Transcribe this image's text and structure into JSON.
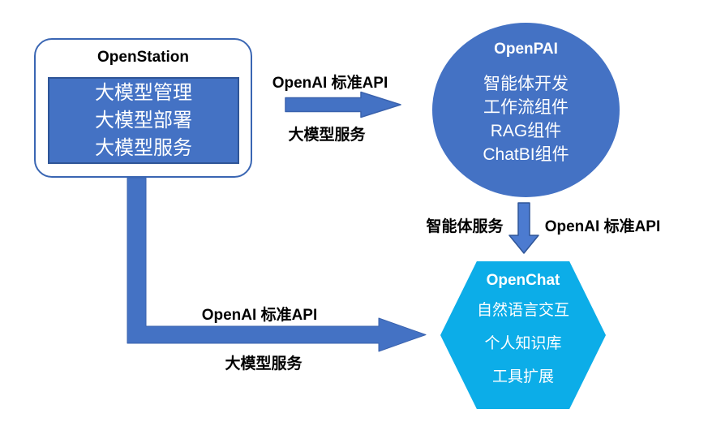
{
  "openstation": {
    "title": "OpenStation",
    "items": [
      "大模型管理",
      "大模型部署",
      "大模型服务"
    ]
  },
  "openpai": {
    "title": "OpenPAI",
    "items": [
      "智能体开发",
      "工作流组件",
      "RAG组件",
      "ChatBI组件"
    ]
  },
  "openchat": {
    "title": "OpenChat",
    "items": [
      "自然语言交互",
      "个人知识库",
      "工具扩展"
    ]
  },
  "arrows": {
    "station_to_pai": {
      "top_label": "OpenAI 标准API",
      "bottom_label": "大模型服务"
    },
    "pai_to_chat": {
      "left_label": "智能体服务",
      "right_label": "OpenAI 标准API"
    },
    "station_to_chat": {
      "top_label": "OpenAI 标准API",
      "bottom_label": "大模型服务"
    }
  },
  "colors": {
    "shape_blue": "#4472C4",
    "shape_blue_border": "#2F5597",
    "box_outline_blue": "#3A66B3",
    "hexagon_cyan": "#0CADE8",
    "label_text": "#000000",
    "shape_text": "#FFFFFF"
  }
}
